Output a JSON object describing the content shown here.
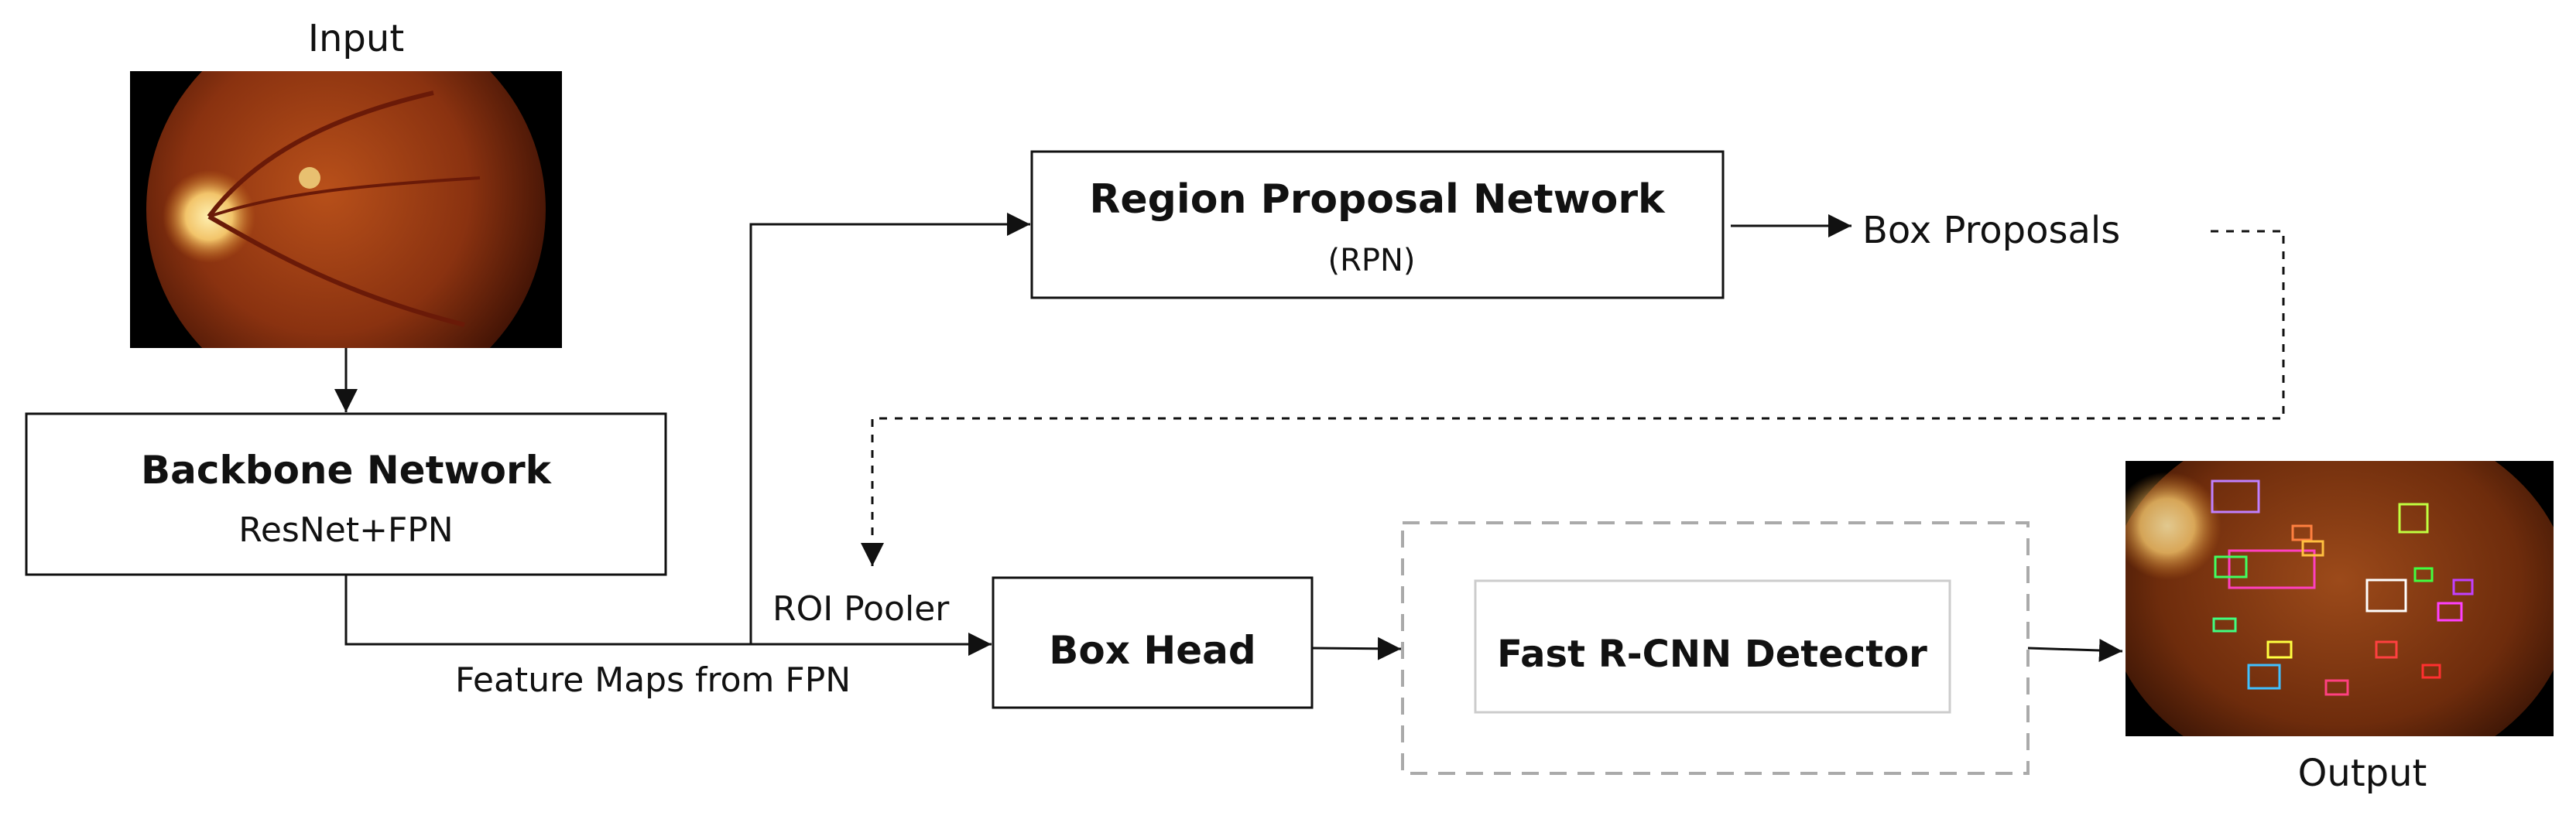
{
  "labels": {
    "input": "Input",
    "output": "Output",
    "box_proposals": "Box Proposals",
    "roi_pooler": "ROI Pooler",
    "feature_maps": "Feature Maps from FPN"
  },
  "blocks": {
    "backbone": {
      "title": "Backbone Network",
      "subtitle": "ResNet+FPN"
    },
    "rpn": {
      "title": "Region Proposal Network",
      "subtitle": "(RPN)"
    },
    "box_head": {
      "title": "Box Head"
    },
    "fast_rcnn": {
      "title": "Fast R-CNN Detector"
    }
  },
  "colors": {
    "stroke": "#111111",
    "dashed_stroke": "#aaaaaa",
    "inner_box_stroke": "#cccccc",
    "fundus_outer": "#3d1205",
    "fundus_mid": "#a8400e",
    "fundus_disc": "#f2c46a"
  }
}
